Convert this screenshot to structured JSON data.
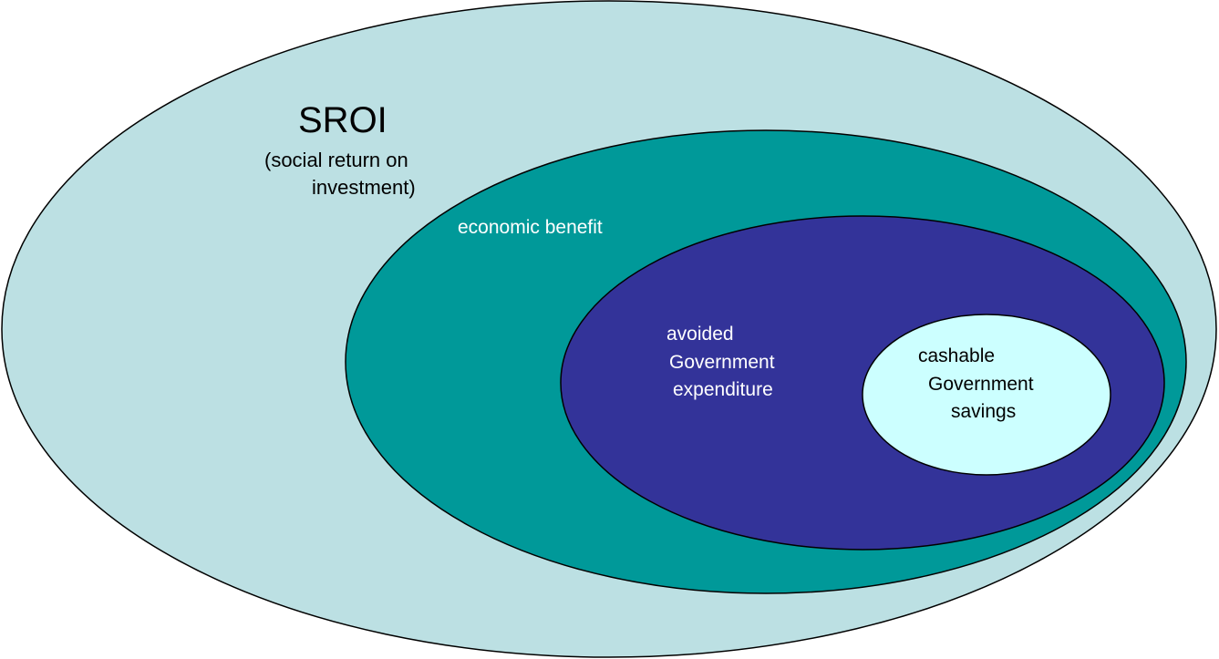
{
  "title": "SROI",
  "subtitle_line1": "(social return on",
  "subtitle_line2": "investment)",
  "economic_benefit": "economic benefit",
  "avoided": {
    "line1": "avoided",
    "line2": "Government",
    "line3": "expenditure"
  },
  "cashable": {
    "line1": "cashable",
    "line2": "Government",
    "line3": "savings"
  },
  "colors": {
    "sroi": "#bce0e3",
    "economic": "#009999",
    "avoided": "#333399",
    "cashable": "#ccffff"
  }
}
